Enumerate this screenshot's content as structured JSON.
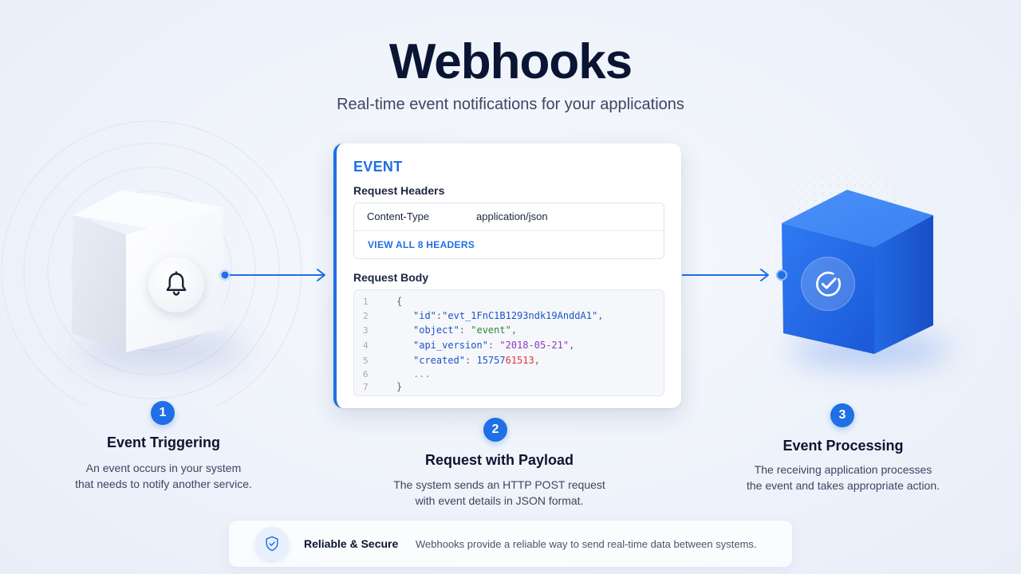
{
  "header": {
    "title": "Webhooks",
    "subtitle": "Real-time event notifications for your applications"
  },
  "event_card": {
    "title": "EVENT",
    "request_headers_label": "Request Headers",
    "header_key": "Content-Type",
    "header_value": "application/json",
    "view_all_label": "VIEW ALL 8 HEADERS",
    "request_body_label": "Request Body",
    "code_lines": [
      {
        "num": "1",
        "text": "{"
      },
      {
        "num": "2",
        "key": "\"id\"",
        "sep": ":",
        "value": "\"evt_1FnC1B1293ndk19AnddA1\"",
        "end": ","
      },
      {
        "num": "3",
        "key": "\"object\"",
        "sep": ": ",
        "value": "\"event\"",
        "end": ","
      },
      {
        "num": "4",
        "key": "\"api_version\"",
        "sep": ": ",
        "value": "\"2018-05-21\"",
        "end": ","
      },
      {
        "num": "5",
        "key": "\"created\"",
        "sep": ": ",
        "value_a": "15757",
        "value_b": "61513",
        "end": ","
      },
      {
        "num": "6",
        "text": "..."
      },
      {
        "num": "7",
        "text": "}"
      }
    ]
  },
  "steps": [
    {
      "number": "1",
      "title": "Event Triggering",
      "desc_line1": "An event occurs in your system",
      "desc_line2": "that needs to notify another service."
    },
    {
      "number": "2",
      "title": "Request with Payload",
      "desc_line1": "The system sends an HTTP POST request",
      "desc_line2": "with event details in JSON format."
    },
    {
      "number": "3",
      "title": "Event Processing",
      "desc_line1": "The receiving application processes",
      "desc_line2": "the event and takes appropriate action."
    }
  ],
  "footer": {
    "title": "Reliable & Secure",
    "text": "Webhooks provide a reliable way to send real-time data between systems."
  },
  "icons": {
    "source": "bell-icon",
    "destination": "check-circle-icon",
    "footer": "shield-check-icon"
  },
  "colors": {
    "accent": "#1f6fe5",
    "title": "#0a1433",
    "source_cube": "#f3f5f9",
    "destination_cube": "#1f66e6"
  }
}
